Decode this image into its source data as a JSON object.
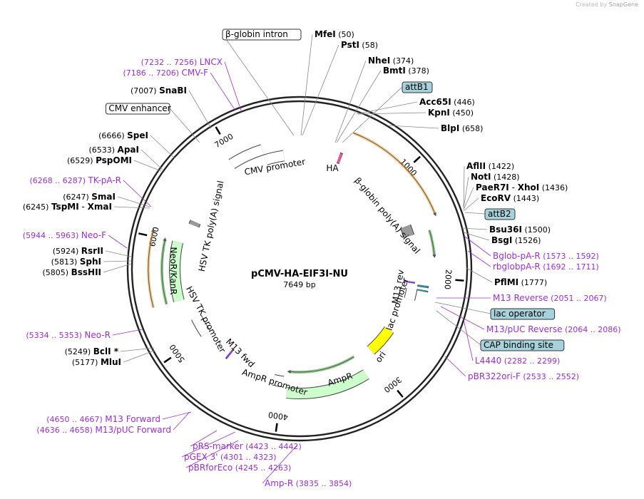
{
  "app": {
    "watermark_prefix": "Created by",
    "watermark_brand": "SnapGene"
  },
  "plasmid": {
    "name": "pCMV-HA-EIF3I-NU",
    "size": "7649 bp",
    "length": 7649
  },
  "colors": {
    "enzyme": "#000000",
    "primer": "#9b30d0",
    "feature_box": "#a6d2dc",
    "ori": "#ffff00",
    "marker": "#ccffcc",
    "orange": "#f0a030",
    "green": "#33a02c"
  },
  "scale_ticks": [
    {
      "bp": 1000,
      "label": "1000"
    },
    {
      "bp": 2000,
      "label": "2000"
    },
    {
      "bp": 3000,
      "label": "3000"
    },
    {
      "bp": 4000,
      "label": "4000"
    },
    {
      "bp": 5000,
      "label": "5000"
    },
    {
      "bp": 6000,
      "label": "6000"
    },
    {
      "bp": 7000,
      "label": "7000"
    }
  ],
  "features": [
    {
      "name": "CMV promoter",
      "start": 7280,
      "end": 7480,
      "type": "promoter"
    },
    {
      "name": "CMV enhancer",
      "start": 6950,
      "end": 7280,
      "type": "enhancer"
    },
    {
      "name": "HA",
      "start": 410,
      "end": 440,
      "type": "tag"
    },
    {
      "name": "β-globin poly(A) signal",
      "start": 1450,
      "end": 1560,
      "type": "polyA"
    },
    {
      "name": "HSV TK poly(A) signal",
      "start": 6210,
      "end": 6250,
      "type": "polyA"
    },
    {
      "name": "NeoR/KanR",
      "start": 5420,
      "end": 6000,
      "type": "marker"
    },
    {
      "name": "HSV TK promoter",
      "start": 5000,
      "end": 5200,
      "type": "promoter"
    },
    {
      "name": "M13 fwd",
      "start": 4650,
      "end": 4670,
      "type": "primer_bind"
    },
    {
      "name": "AmpR promoter",
      "start": 4000,
      "end": 4105,
      "type": "promoter"
    },
    {
      "name": "AmpR",
      "start": 3140,
      "end": 3950,
      "type": "marker"
    },
    {
      "name": "ori",
      "start": 2640,
      "end": 2950,
      "type": "ori"
    },
    {
      "name": "lac promoter",
      "start": 2130,
      "end": 2240,
      "type": "promoter"
    },
    {
      "name": "M13 rev",
      "start": 2051,
      "end": 2067,
      "type": "primer_bind"
    },
    {
      "name": "lac operator",
      "start": 2075,
      "end": 2095,
      "type": "misc"
    },
    {
      "name": "CAP binding site",
      "start": 2120,
      "end": 2135,
      "type": "misc"
    }
  ],
  "orf_arcs": [
    {
      "start": 460,
      "end": 1450,
      "color": "orange"
    },
    {
      "start": 1560,
      "end": 1800,
      "color": "green"
    },
    {
      "start": 5420,
      "end": 6050,
      "color": "orange"
    },
    {
      "start": 5420,
      "end": 6000,
      "color": "green"
    },
    {
      "start": 3150,
      "end": 3950,
      "color": "green"
    }
  ],
  "labels": [
    {
      "id": "b-globin-intron",
      "text": "β-globin intron",
      "kind": "boxed-white"
    },
    {
      "id": "mfei",
      "name": "MfeI",
      "pos": "(50)",
      "kind": "enzyme"
    },
    {
      "id": "psti",
      "name": "PstI",
      "pos": "(58)",
      "kind": "enzyme"
    },
    {
      "id": "nhei",
      "name": "NheI",
      "pos": "(374)",
      "kind": "enzyme"
    },
    {
      "id": "bmti",
      "name": "BmtI",
      "pos": "(378)",
      "kind": "enzyme"
    },
    {
      "id": "attb1",
      "text": "attB1",
      "kind": "boxed-blue"
    },
    {
      "id": "acc65i",
      "name": "Acc65I",
      "pos": "(446)",
      "kind": "enzyme"
    },
    {
      "id": "kpni",
      "name": "KpnI",
      "pos": "(450)",
      "kind": "enzyme"
    },
    {
      "id": "blpi",
      "name": "BlpI",
      "pos": "(658)",
      "kind": "enzyme"
    },
    {
      "id": "aflii",
      "name": "AflII",
      "pos": "(1422)",
      "kind": "enzyme"
    },
    {
      "id": "noti",
      "name": "NotI",
      "pos": "(1428)",
      "kind": "enzyme"
    },
    {
      "id": "paer7i",
      "name": "PaeR7I",
      "sep": "- ",
      "name2": "XhoI",
      "pos": "(1436)",
      "kind": "enzyme"
    },
    {
      "id": "ecorv",
      "name": "EcoRV",
      "pos": "(1443)",
      "kind": "enzyme"
    },
    {
      "id": "attb2",
      "text": "attB2",
      "kind": "boxed-blue"
    },
    {
      "id": "bsu36i",
      "name": "Bsu36I",
      "pos": "(1500)",
      "kind": "enzyme"
    },
    {
      "id": "bsgi",
      "name": "BsgI",
      "pos": "(1526)",
      "kind": "enzyme"
    },
    {
      "id": "bglob-pa-r",
      "name": "Bglob-pA-R",
      "pos": "(1573 .. 1592)",
      "kind": "primer"
    },
    {
      "id": "rbglobpa-r",
      "name": "rbglobpA-R",
      "pos": "(1692 .. 1711)",
      "kind": "primer"
    },
    {
      "id": "pflmi",
      "name": "PflMI",
      "pos": "(1777)",
      "kind": "enzyme"
    },
    {
      "id": "m13-reverse",
      "name": "M13 Reverse",
      "pos": "(2051 .. 2067)",
      "kind": "primer"
    },
    {
      "id": "lac-operator",
      "text": "lac operator",
      "kind": "boxed-blue"
    },
    {
      "id": "m13-puc-reverse",
      "name": "M13/pUC Reverse",
      "pos": "(2064 .. 2086)",
      "kind": "primer"
    },
    {
      "id": "cap-binding-site",
      "text": "CAP binding site",
      "kind": "boxed-blue"
    },
    {
      "id": "l4440",
      "name": "L4440",
      "pos": "(2282 .. 2299)",
      "kind": "primer"
    },
    {
      "id": "pbr322ori-f",
      "name": "pBR322ori-F",
      "pos": "(2533 .. 2552)",
      "kind": "primer"
    },
    {
      "id": "amp-r",
      "name": "Amp-R",
      "pos": "(3835 .. 3854)",
      "kind": "primer"
    },
    {
      "id": "pbrforeco",
      "name": "pBRforEco",
      "pos": "(4245 .. 4263)",
      "kind": "primer"
    },
    {
      "id": "pgex3",
      "name": "pGEX 3'",
      "pos": "(4301 .. 4323)",
      "kind": "primer"
    },
    {
      "id": "prs-marker",
      "name": "pRS-marker",
      "pos": "(4423 .. 4442)",
      "kind": "primer"
    },
    {
      "id": "m13-puc-forward",
      "name": "M13/pUC Forward",
      "pos": "(4636 .. 4658)",
      "kind": "primer"
    },
    {
      "id": "m13-forward",
      "name": "M13 Forward",
      "pos": "(4650 .. 4667)",
      "kind": "primer"
    },
    {
      "id": "mlui",
      "name": "MluI",
      "pos": "(5177)",
      "kind": "enzyme"
    },
    {
      "id": "bcli",
      "name": "BclI *",
      "pos": "(5249)",
      "kind": "enzyme"
    },
    {
      "id": "neo-r",
      "name": "Neo-R",
      "pos": "(5334 .. 5353)",
      "kind": "primer"
    },
    {
      "id": "bsshii",
      "name": "BssHII",
      "pos": "(5805)",
      "kind": "enzyme"
    },
    {
      "id": "sphi",
      "name": "SphI",
      "pos": "(5813)",
      "kind": "enzyme"
    },
    {
      "id": "rsrii",
      "name": "RsrII",
      "pos": "(5924)",
      "kind": "enzyme"
    },
    {
      "id": "neo-f",
      "name": "Neo-F",
      "pos": "(5944 .. 5963)",
      "kind": "primer"
    },
    {
      "id": "tspmi",
      "name": "TspMI",
      "sep": "- ",
      "name2": "XmaI",
      "pos": "(6245)",
      "kind": "enzyme"
    },
    {
      "id": "smai",
      "name": "SmaI",
      "pos": "(6247)",
      "kind": "enzyme"
    },
    {
      "id": "tk-pa-r",
      "name": "TK-pA-R",
      "pos": "(6268 .. 6287)",
      "kind": "primer"
    },
    {
      "id": "pspomi",
      "name": "PspOMI",
      "pos": "(6529)",
      "kind": "enzyme"
    },
    {
      "id": "apai",
      "name": "ApaI",
      "pos": "(6533)",
      "kind": "enzyme"
    },
    {
      "id": "spei",
      "name": "SpeI",
      "pos": "(6666)",
      "kind": "enzyme"
    },
    {
      "id": "cmv-enhancer",
      "text": "CMV enhancer",
      "kind": "boxed-white"
    },
    {
      "id": "snabi",
      "name": "SnaBI",
      "pos": "(7007)",
      "kind": "enzyme"
    },
    {
      "id": "cmv-f",
      "name": "CMV-F",
      "pos": "(7186 .. 7206)",
      "kind": "primer"
    },
    {
      "id": "lncx",
      "name": "LNCX",
      "pos": "(7232 .. 7256)",
      "kind": "primer"
    }
  ]
}
